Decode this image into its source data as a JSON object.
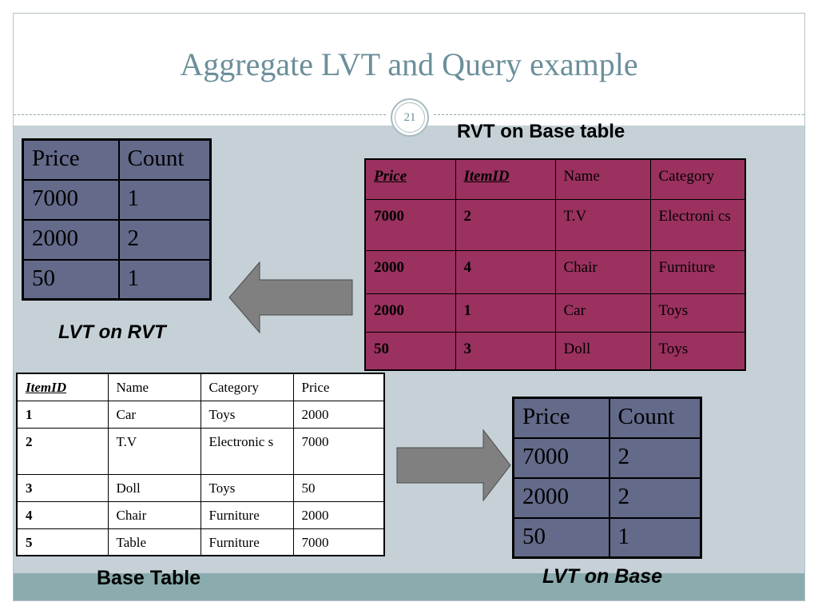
{
  "slide": {
    "title": "Aggregate LVT and Query example",
    "number": "21"
  },
  "colors": {
    "title": "#6b8f9a",
    "content_bg": "#c5d1d7",
    "bottom_band": "#8aacae",
    "lvt_fill": "#636a8a",
    "rvt_fill": "#9b315f",
    "arrow_fill": "#808080"
  },
  "captions": {
    "rvt_on_base": "RVT on Base table",
    "lvt_on_rvt": "LVT on RVT",
    "base_table": "Base Table",
    "lvt_on_base": "LVT on Base"
  },
  "lvt_on_rvt_table": {
    "headers": [
      "Price",
      "Count"
    ],
    "rows": [
      [
        "7000",
        "1"
      ],
      [
        "2000",
        "2"
      ],
      [
        "50",
        "1"
      ]
    ]
  },
  "rvt_table": {
    "headers": [
      "Price",
      "ItemID",
      "Name",
      "Category"
    ],
    "rows": [
      [
        "7000",
        "2",
        "T.V",
        "Electroni cs"
      ],
      [
        "2000",
        "4",
        "Chair",
        "Furniture"
      ],
      [
        "2000",
        "1",
        "Car",
        "Toys"
      ],
      [
        "50",
        "3",
        "Doll",
        "Toys"
      ]
    ]
  },
  "base_table": {
    "headers": [
      "ItemID",
      "Name",
      "Category",
      "Price"
    ],
    "rows": [
      [
        "1",
        "Car",
        "Toys",
        "2000"
      ],
      [
        "2",
        "T.V",
        "Electronic s",
        "7000"
      ],
      [
        "3",
        "Doll",
        "Toys",
        "50"
      ],
      [
        "4",
        "Chair",
        "Furniture",
        "2000"
      ],
      [
        "5",
        "Table",
        "Furniture",
        "7000"
      ]
    ]
  },
  "lvt_on_base_table": {
    "headers": [
      "Price",
      "Count"
    ],
    "rows": [
      [
        "7000",
        "2"
      ],
      [
        "2000",
        "2"
      ],
      [
        "50",
        "1"
      ]
    ]
  },
  "arrows": {
    "left_arrow": "arrow-left-icon",
    "right_arrow": "arrow-right-icon"
  }
}
